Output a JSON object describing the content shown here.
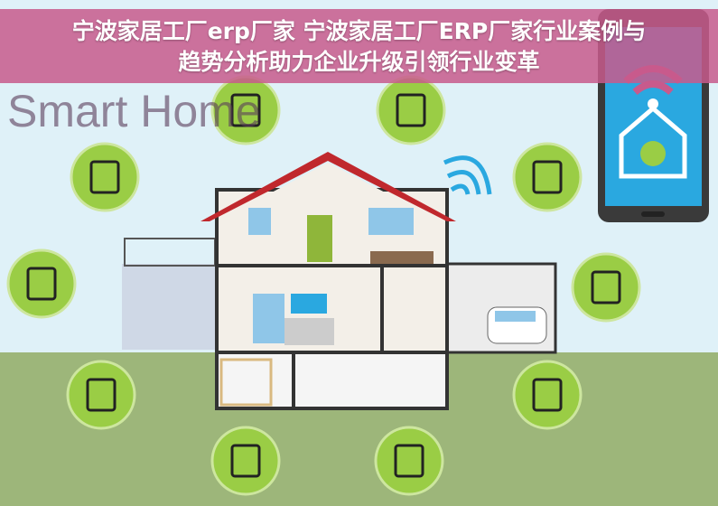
{
  "background_text": "Smart Home",
  "title_line1": "宁波家居工厂erp厂家 宁波家居工厂ERP厂家行业案例与",
  "title_line2": "趋势分析助力企业升级引领行业变革",
  "colors": {
    "sky": "#dff1f8",
    "ground": "#9db67a",
    "circle": "#9acd45",
    "roof": "#c0282d",
    "banner": "#c85a8c",
    "phone_screen": "#2aa8e0"
  },
  "icons": [
    "light-bulb-icon",
    "window-blind-icon",
    "refrigerator-icon",
    "thermometer-icon",
    "tv-stereo-icon",
    "security-camera-icon",
    "washing-machine-icon",
    "key-icon",
    "radiator-icon",
    "garage-door-icon"
  ]
}
